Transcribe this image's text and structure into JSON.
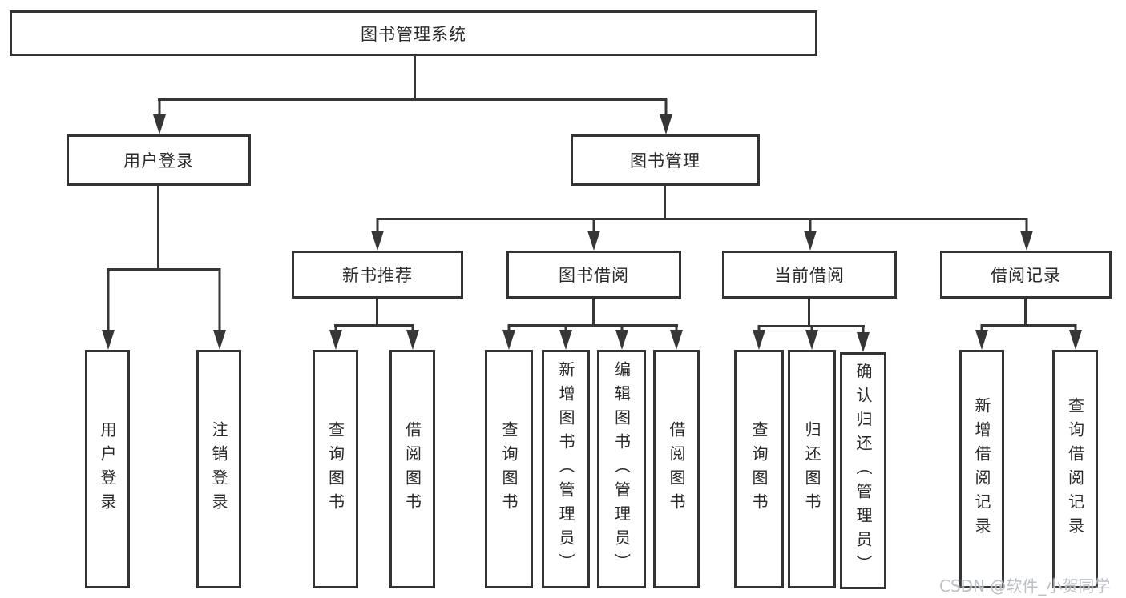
{
  "root": {
    "label": "图书管理系统"
  },
  "branches": {
    "user_login": {
      "label": "用户登录",
      "children": [
        "用户登录",
        "注销登录"
      ]
    },
    "book_mgmt": {
      "label": "图书管理"
    },
    "new_books": {
      "label": "新书推荐",
      "children": [
        "查询图书",
        "借阅图书"
      ]
    },
    "borrowing": {
      "label": "图书借阅",
      "children": [
        "查询图书",
        "新增图书（管理员）",
        "编辑图书（管理员）",
        "借阅图书"
      ]
    },
    "current": {
      "label": "当前借阅",
      "children": [
        "查询图书",
        "归还图书",
        "确认归还（管理员）"
      ]
    },
    "records": {
      "label": "借阅记录",
      "children": [
        "新增借阅记录",
        "查询借阅记录"
      ]
    }
  },
  "watermark": {
    "text": "CSDN @软件_小贺同学"
  },
  "colors": {
    "background": "#ffffff",
    "line": "#363636",
    "box_border": "#333333",
    "box_fill": "#ffffff",
    "text": "#2a2a2a",
    "watermark": "#b8bdc4"
  }
}
